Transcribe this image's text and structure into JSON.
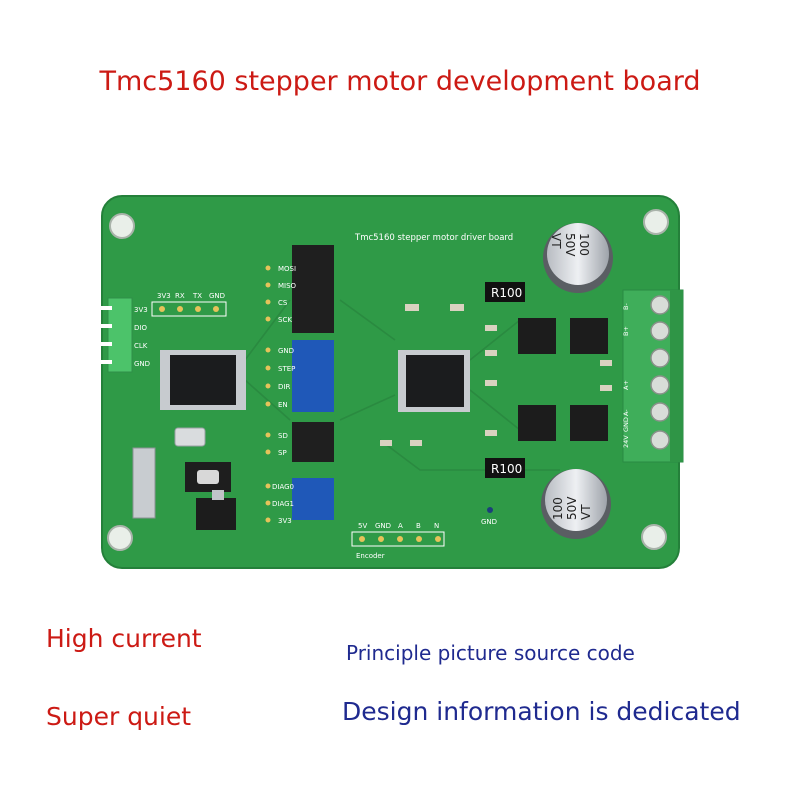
{
  "title": "Tmc5160 stepper motor development board",
  "features_left": [
    "High current",
    "Super quiet"
  ],
  "features_right": [
    "Principle picture source code",
    "Design information is dedicated"
  ],
  "board": {
    "silk_title": "Tmc5160 stepper motor driver board",
    "uart_header": [
      "3V3",
      "RX",
      "TX",
      "GND"
    ],
    "left_header": [
      "3V3",
      "DIO",
      "CLK",
      "GND"
    ],
    "mid_pins": [
      "MOSI",
      "MISO",
      "CS",
      "SCK",
      "GND",
      "STEP",
      "DIR",
      "EN",
      "SD",
      "SP",
      "DIAG0",
      "DIAG1",
      "3V3"
    ],
    "encoder_pins": [
      "5V",
      "GND",
      "A",
      "B",
      "N"
    ],
    "encoder_label": "Encoder",
    "resistor_label": "R100",
    "cap_label": [
      "100",
      "50V",
      "VT"
    ],
    "gnd_label": "GND",
    "terminal_labels": [
      "B-",
      "B+",
      "A+",
      "A-",
      "GND",
      "24V"
    ],
    "colors": {
      "pcb": "#2f9a47",
      "terminal": "#3fae5a",
      "jumper_blue": "#1f58b8",
      "jumper_black": "#222222"
    }
  }
}
